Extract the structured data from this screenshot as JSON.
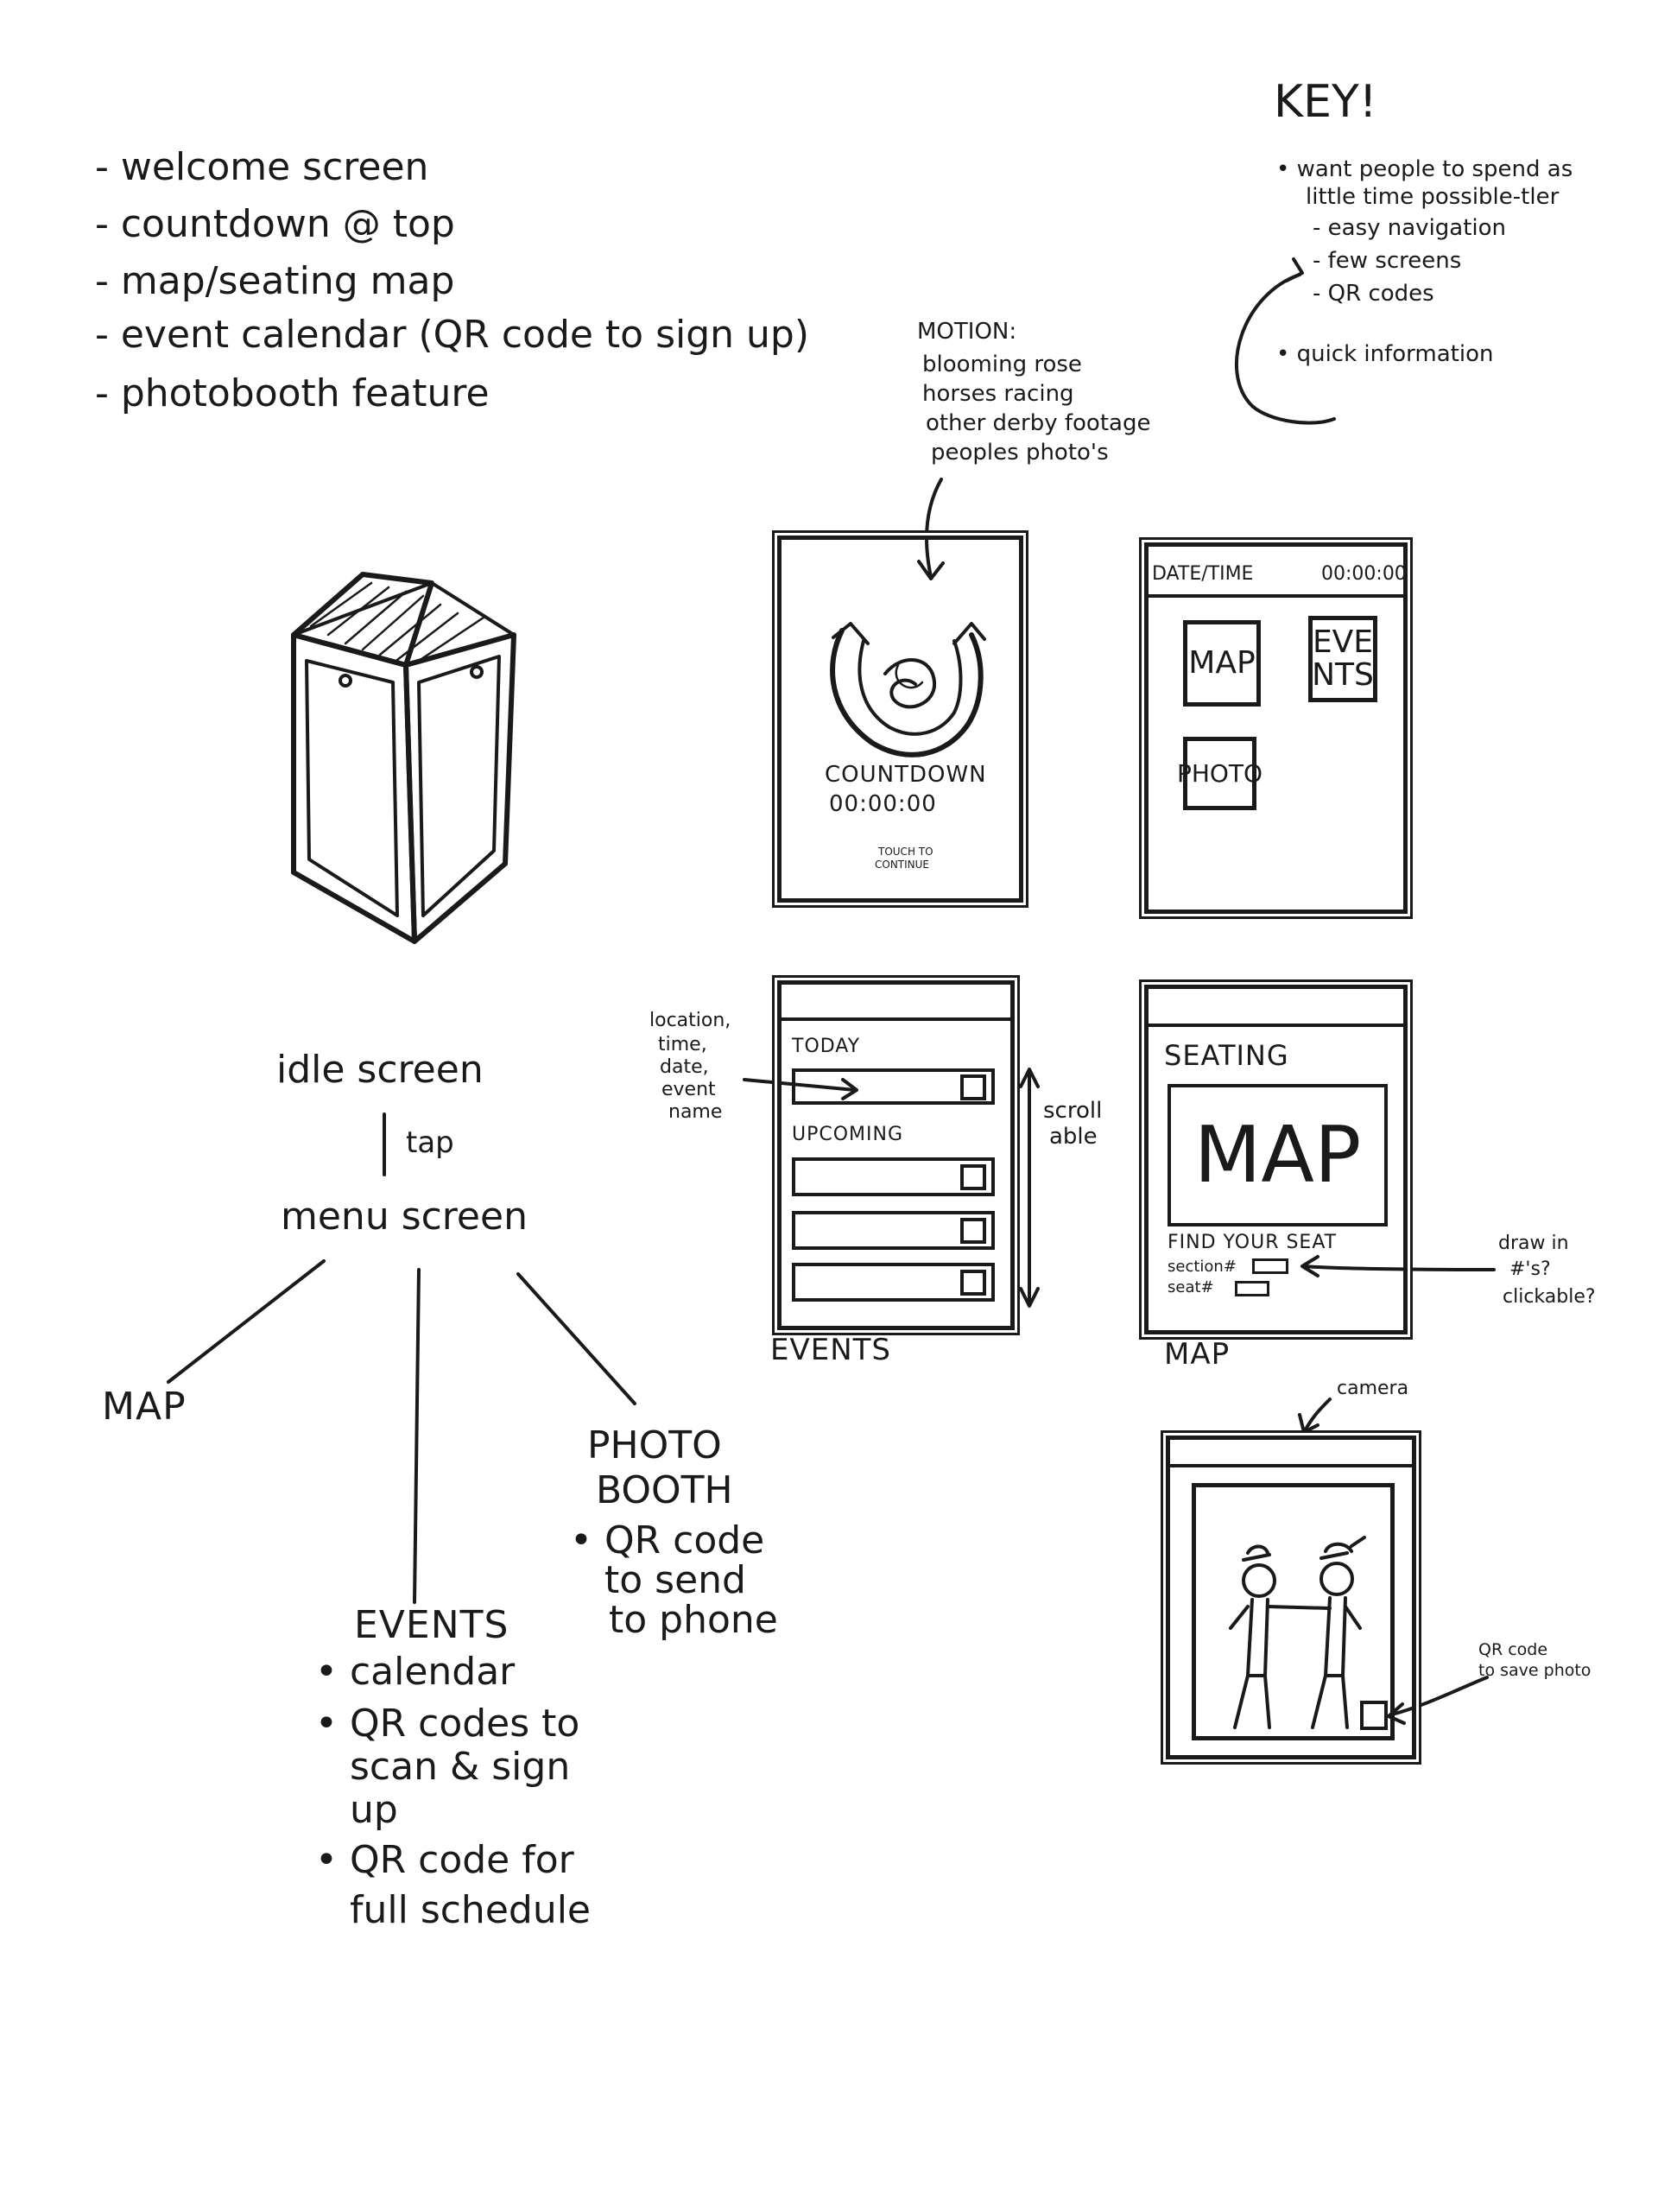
{
  "features": {
    "items": [
      "- welcome screen",
      "- countdown @ top",
      "- map/seating map",
      "- event calendar (QR code to sign up)",
      "- photobooth feature"
    ]
  },
  "key": {
    "title": "KEY!",
    "lines": [
      "• want people to spend as",
      "little time possible-tler",
      "- easy navigation",
      "- few screens",
      "- QR codes",
      "• quick information"
    ]
  },
  "motion": {
    "title": "MOTION:",
    "lines": [
      "blooming rose",
      "horses racing",
      "other derby footage",
      "peoples photo's"
    ]
  },
  "welcome_screen": {
    "countdown_label": "COUNTDOWN",
    "countdown_value": "00:00:00",
    "touch_line1": "TOUCH TO",
    "touch_line2": "CONTINUE"
  },
  "menu_screen": {
    "datetime": "DATE/TIME",
    "clock": "00:00:00",
    "tile_map": "MAP",
    "tile_events_1": "EVE",
    "tile_events_2": "NTS",
    "tile_photo": "PHOTO"
  },
  "events_screen": {
    "today": "TODAY",
    "upcoming": "UPCOMING",
    "caption": "EVENTS",
    "scroll_1": "scroll",
    "scroll_2": "able",
    "note_lines": [
      "location,",
      "time,",
      "date,",
      "event",
      "name"
    ]
  },
  "map_screen": {
    "seating": "SEATING",
    "map": "MAP",
    "find_seat": "FIND YOUR SEAT",
    "section": "section#",
    "seat": "seat#",
    "caption": "MAP",
    "note_lines": [
      "draw in",
      "#'s?",
      "clickable?"
    ]
  },
  "photo_screen": {
    "camera": "camera",
    "qr_note_1": "QR code",
    "qr_note_2": "to save photo"
  },
  "flow": {
    "idle": "idle screen",
    "tap": "tap",
    "menu": "menu screen",
    "map": "MAP",
    "events": {
      "title": "EVENTS",
      "bullets": [
        "• calendar",
        "• QR codes to",
        "scan & sign",
        "up",
        "• QR code for",
        "full schedule"
      ]
    },
    "photobooth": {
      "title_1": "PHOTO",
      "title_2": "BOOTH",
      "bullets": [
        "• QR code",
        "to send",
        "to phone"
      ]
    }
  }
}
